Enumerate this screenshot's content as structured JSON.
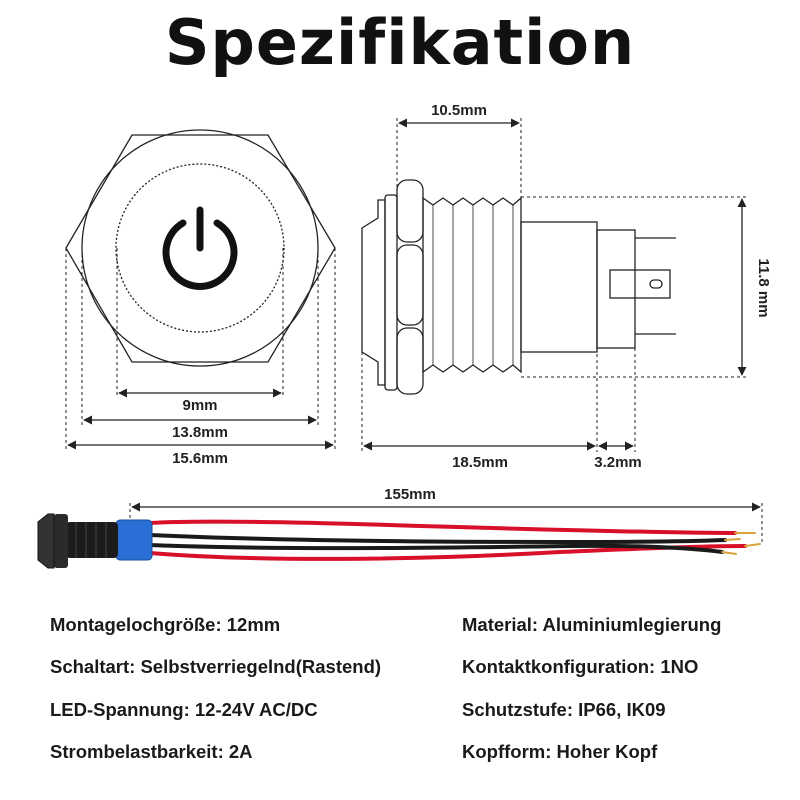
{
  "title": "Spezifikation",
  "dimensions": {
    "front_inner": "9mm",
    "front_middle": "13.8mm",
    "front_outer": "15.6mm",
    "side_thread": "10.5mm",
    "side_height": "11.8 mm",
    "side_length": "18.5mm",
    "side_terminal": "3.2mm",
    "cable_length": "155mm"
  },
  "specs": [
    {
      "text": "Montagelochgröße: 12mm"
    },
    {
      "text": "Material: Aluminiumlegierung"
    },
    {
      "text": "Schaltart: Selbstverriegelnd(Rastend)"
    },
    {
      "text": "Kontaktkonfiguration: 1NO"
    },
    {
      "text": "LED-Spannung: 12-24V AC/DC"
    },
    {
      "text": "Schutzstufe: IP66, IK09"
    },
    {
      "text": "Strombelastbarkeit: 2A"
    },
    {
      "text": "Kopfform: Hoher Kopf"
    }
  ],
  "colors": {
    "wire_red": "#d8102a",
    "wire_black": "#1a1a1a",
    "connector_blue": "#2a6fd6"
  },
  "icons": [
    "power-icon"
  ]
}
